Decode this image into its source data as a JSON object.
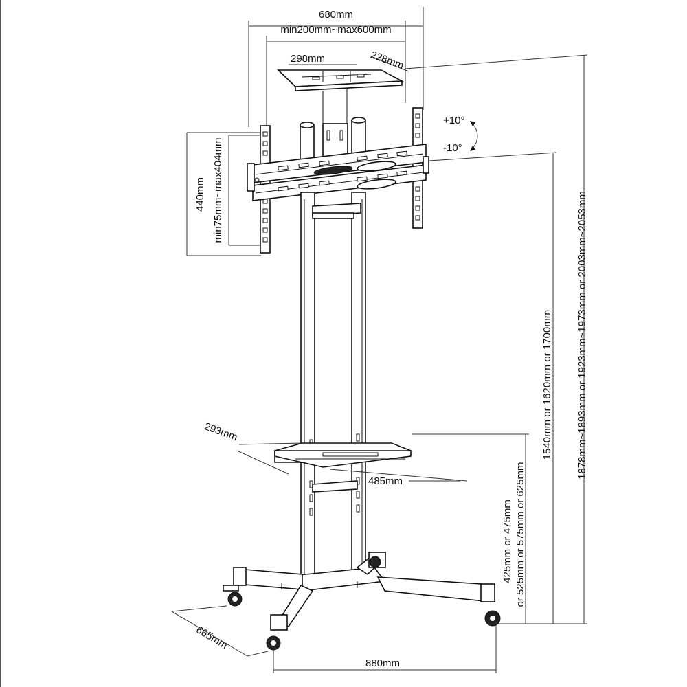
{
  "dimensions": {
    "overall_width": "680mm",
    "vesa_width_range": "min200mm~max600mm",
    "tray_top_width": "298mm",
    "tray_top_depth": "228mm",
    "tilt_up": "+10°",
    "tilt_down": "-10°",
    "bracket_height": "440mm",
    "vesa_height_range": "min75mm~max404mm",
    "center_height_options": "1540mm or 1620mm or 1700mm",
    "total_height_range": "1878mm~1893mm or 1923mm~1973mm or 2003mm~2053mm",
    "shelf_depth": "293mm",
    "shelf_width": "485mm",
    "shelf_height_line1": "425mm or 475mm",
    "shelf_height_line2": "or 525mm or 575mm or 625mm",
    "base_depth": "665mm",
    "base_width": "880mm"
  }
}
